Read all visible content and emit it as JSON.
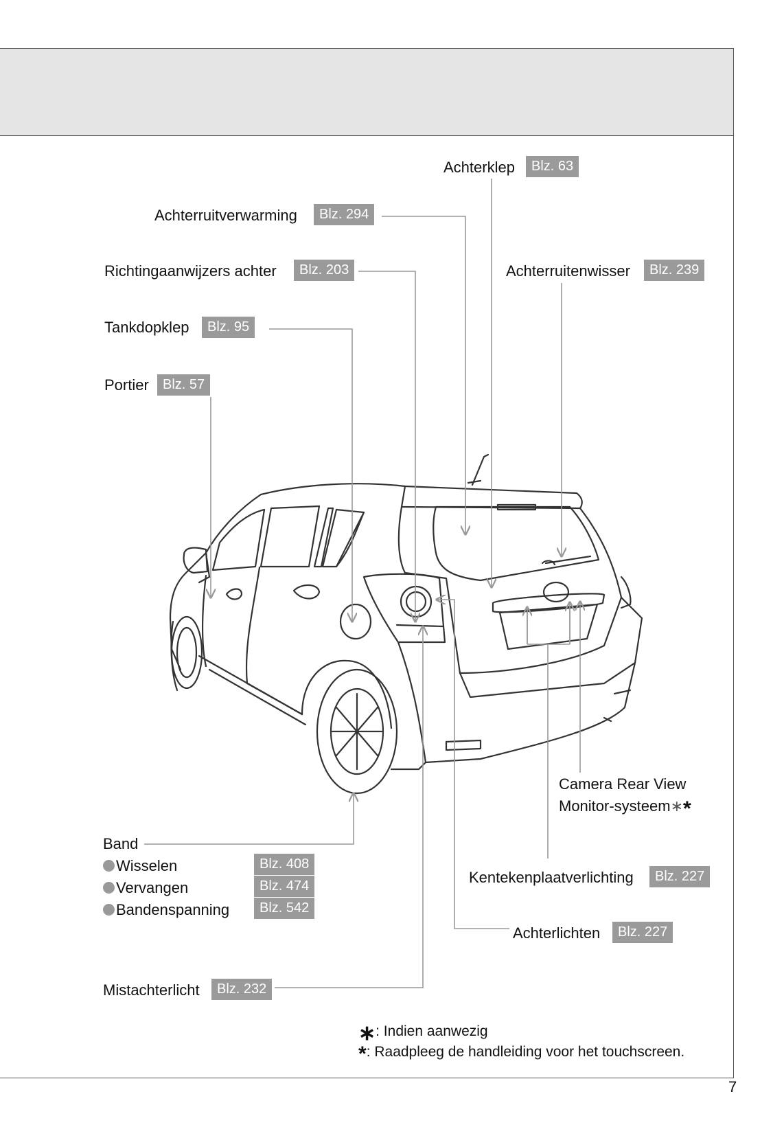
{
  "labels": {
    "achterklep": "Achterklep",
    "achterklep_page": "Blz. 63",
    "achterruitverwarming": "Achterruitverwarming",
    "achterruitverwarming_page": "Blz. 294",
    "richting": "Richtingaanwijzers achter",
    "richting_page": "Blz. 203",
    "achterruitenwisser": "Achterruitenwisser",
    "achterruitenwisser_page": "Blz. 239",
    "tankdopklep": "Tankdopklep",
    "tankdopklep_page": "Blz. 95",
    "portier": "Portier",
    "portier_page": "Blz. 57",
    "camera_line1": "Camera Rear View",
    "camera_line2": "Monitor-systeem",
    "band": "Band",
    "wisselen": "Wisselen",
    "wisselen_page": "Blz. 408",
    "vervangen": "Vervangen",
    "vervangen_page": "Blz. 474",
    "bandenspanning": "Bandenspanning",
    "bandenspanning_page": "Blz. 542",
    "kenteken": "Kentekenplaatverlichting",
    "kenteken_page": "Blz. 227",
    "achterlichten": "Achterlichten",
    "achterlichten_page": "Blz. 227",
    "mistachterlicht": "Mistachterlicht",
    "mistachterlicht_page": "Blz. 232"
  },
  "footnotes": {
    "star1_text": ": Indien aanwezig",
    "star2_text": ": Raadpleeg de handleiding voor het touchscreen."
  },
  "page_number": "7"
}
